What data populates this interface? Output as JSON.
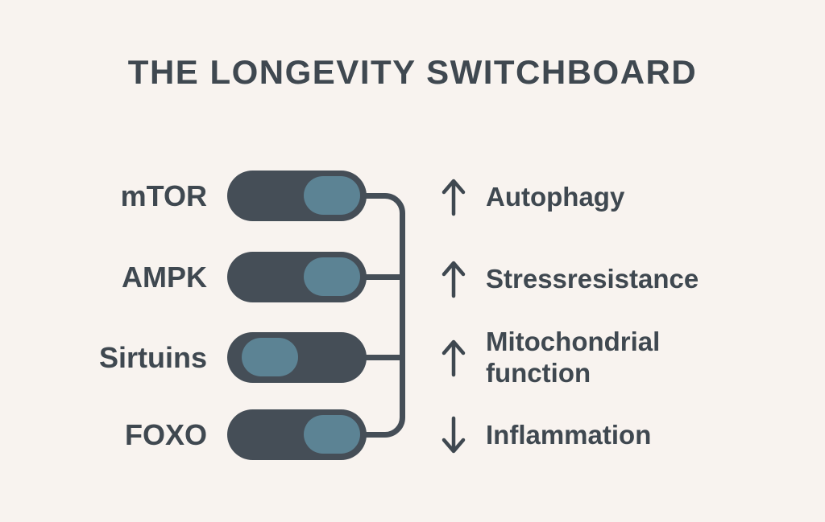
{
  "title": "THE LONGEVITY SWITCHBOARD",
  "colors": {
    "background": "#F8F3EF",
    "track": "#454E57",
    "knob": "#5C8394",
    "ink": "#3F4850"
  },
  "switches": [
    {
      "label": "mTOR",
      "state": "right"
    },
    {
      "label": "AMPK",
      "state": "right"
    },
    {
      "label": "Sirtuins",
      "state": "left"
    },
    {
      "label": "FOXO",
      "state": "right"
    }
  ],
  "outcomes": [
    {
      "direction": "up",
      "arrow": "↑",
      "label": "Autophagy"
    },
    {
      "direction": "up",
      "arrow": "↑",
      "label": "Stressresistance"
    },
    {
      "direction": "up",
      "arrow": "↑",
      "label": "Mitochondrial function"
    },
    {
      "direction": "down",
      "arrow": "↓",
      "label": "Inflammation"
    }
  ]
}
